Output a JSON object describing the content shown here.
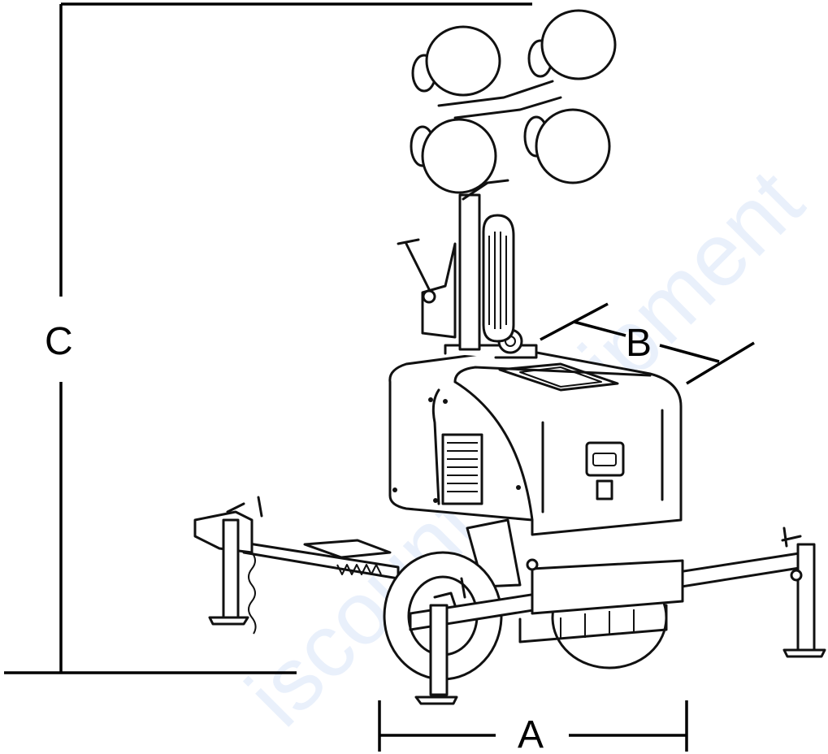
{
  "dimensions": {
    "a": "A",
    "b": "B",
    "c": "C"
  },
  "watermark": "iscount-Equipment",
  "colors": {
    "line": "#111111",
    "watermark": "#2b6fd6"
  }
}
